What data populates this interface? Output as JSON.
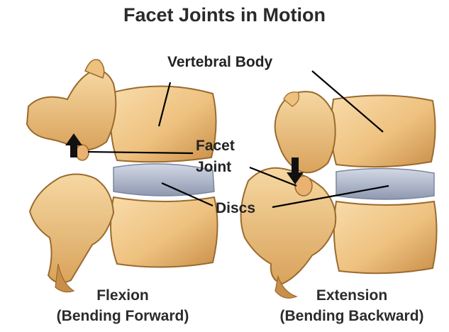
{
  "title": "Facet Joints in Motion",
  "labels": {
    "vertebral_body": "Vertebral Body",
    "facet_line1": "Facet",
    "facet_line2": "Joint",
    "discs": "Discs"
  },
  "captions": {
    "flexion": {
      "line1": "Flexion",
      "line2": "(Bending Forward)"
    },
    "extension": {
      "line1": "Extension",
      "line2": "(Bending Backward)"
    }
  },
  "icons": {
    "flexion_arrow": "arrow-up-icon",
    "extension_arrow": "arrow-down-icon"
  },
  "colors": {
    "bone": "#f0c98a",
    "bone_shadow": "#c98f4a",
    "bone_outline": "#9b6a2e",
    "disc": "#b4bdd0",
    "disc_dark": "#8c96ac",
    "text": "#222222"
  }
}
